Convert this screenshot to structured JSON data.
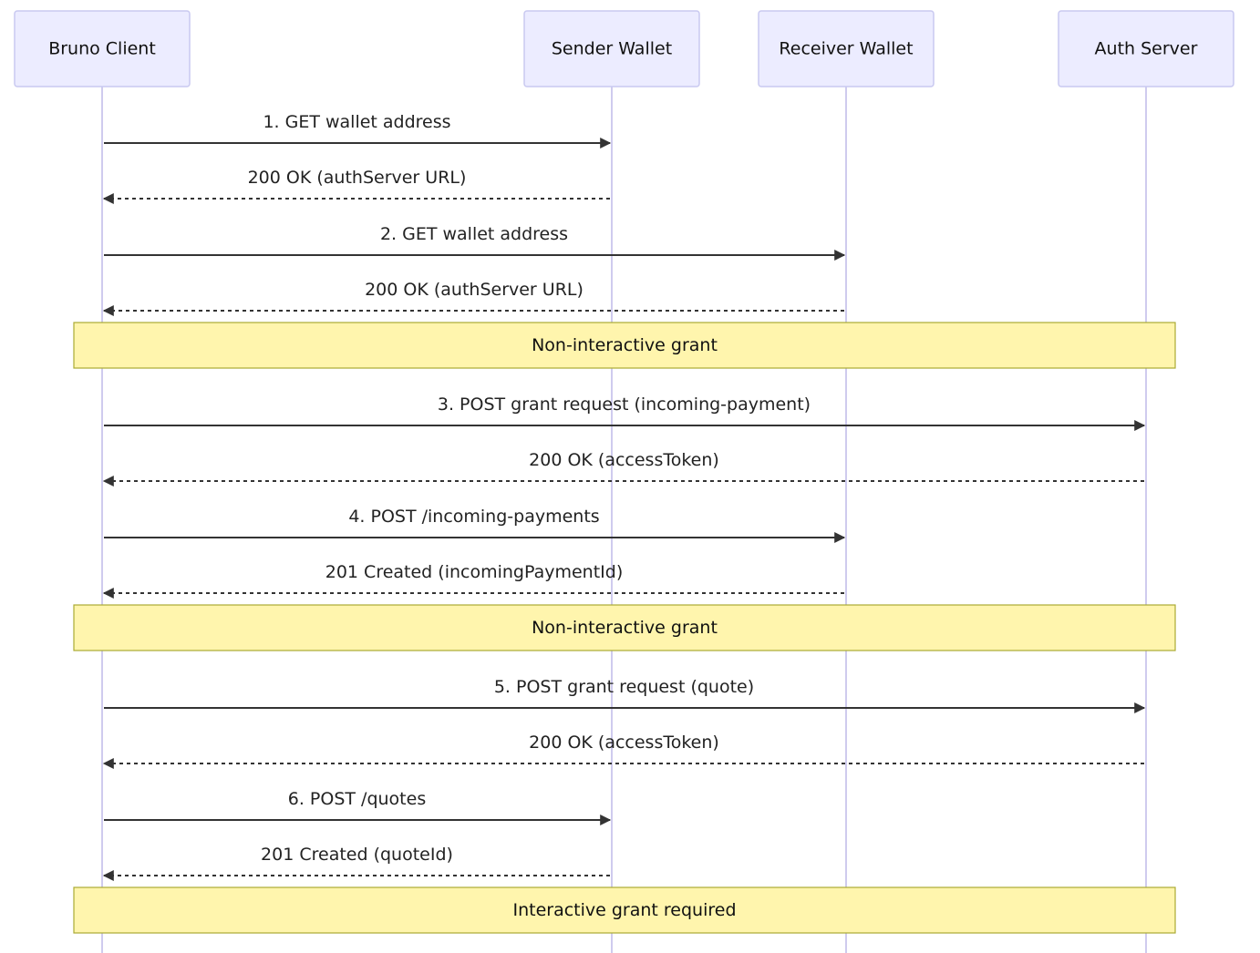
{
  "participants": [
    {
      "id": "client",
      "label": "Bruno Client"
    },
    {
      "id": "sender",
      "label": "Sender Wallet"
    },
    {
      "id": "receiver",
      "label": "Receiver Wallet"
    },
    {
      "id": "auth",
      "label": "Auth Server"
    }
  ],
  "steps": [
    {
      "kind": "message",
      "from": "client",
      "to": "sender",
      "label": "1. GET wallet address",
      "style": "solid"
    },
    {
      "kind": "message",
      "from": "sender",
      "to": "client",
      "label": "200 OK (authServer URL)",
      "style": "dashed"
    },
    {
      "kind": "message",
      "from": "client",
      "to": "receiver",
      "label": "2. GET wallet address",
      "style": "solid"
    },
    {
      "kind": "message",
      "from": "receiver",
      "to": "client",
      "label": "200 OK (authServer URL)",
      "style": "dashed"
    },
    {
      "kind": "note",
      "label": "Non-interactive grant"
    },
    {
      "kind": "message",
      "from": "client",
      "to": "auth",
      "label": "3. POST grant request (incoming-payment)",
      "style": "solid"
    },
    {
      "kind": "message",
      "from": "auth",
      "to": "client",
      "label": "200 OK (accessToken)",
      "style": "dashed"
    },
    {
      "kind": "message",
      "from": "client",
      "to": "receiver",
      "label": "4. POST /incoming-payments",
      "style": "solid"
    },
    {
      "kind": "message",
      "from": "receiver",
      "to": "client",
      "label": "201 Created (incomingPaymentId)",
      "style": "dashed"
    },
    {
      "kind": "note",
      "label": "Non-interactive grant"
    },
    {
      "kind": "message",
      "from": "client",
      "to": "auth",
      "label": "5. POST grant request (quote)",
      "style": "solid"
    },
    {
      "kind": "message",
      "from": "auth",
      "to": "client",
      "label": "200 OK (accessToken)",
      "style": "dashed"
    },
    {
      "kind": "message",
      "from": "client",
      "to": "sender",
      "label": "6. POST /quotes",
      "style": "solid"
    },
    {
      "kind": "message",
      "from": "sender",
      "to": "client",
      "label": "201 Created (quoteId)",
      "style": "dashed"
    },
    {
      "kind": "note",
      "label": "Interactive grant required"
    }
  ],
  "colors": {
    "participant_fill": "#ECECFF",
    "participant_stroke": "#C9C9F0",
    "lifeline": "#CFCBEE",
    "arrow": "#333333",
    "note_fill": "#FFF5AD",
    "note_stroke": "#AAAA33"
  }
}
